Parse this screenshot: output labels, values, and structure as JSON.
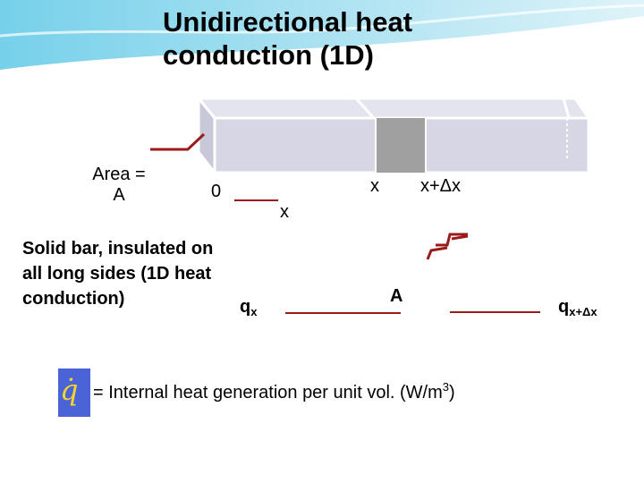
{
  "title": {
    "line1": "Unidirectional heat",
    "line2": "conduction (1D)"
  },
  "labels": {
    "area_line1": "Area =",
    "area_line2": "A",
    "zero": "0",
    "x_axis": "x",
    "x_pos": "x",
    "x_dx": "x+Δx",
    "bar_desc_line1": "Solid bar, insulated on",
    "bar_desc_line2": "all long sides (1D heat",
    "bar_desc_line3": "conduction)",
    "q_in": "q",
    "q_in_sub": "x",
    "area_A": "A",
    "q_out": "q",
    "q_out_sub": "x+Δx",
    "gen_symbol": "q̇",
    "gen_desc": "= Internal heat generation per unit vol. (W/m",
    "gen_unit_exp": "3",
    "gen_desc_end": ")"
  },
  "colors": {
    "bar_fill": "#d6d6e4",
    "bar_edge": "#ffffff",
    "slice_fill": "#a0a0a0",
    "arrow": "#9b1b1b",
    "icon_bg": "#4a63d6",
    "icon_glyph": "#f2d430"
  }
}
